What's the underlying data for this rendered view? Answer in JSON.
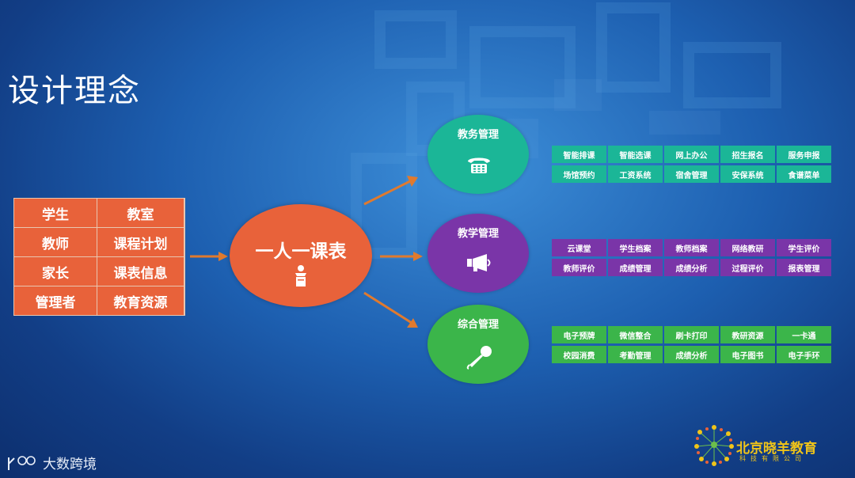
{
  "title": "设计理念",
  "left_grid": [
    "学生",
    "教室",
    "教师",
    "课程计划",
    "家长",
    "课表信息",
    "管理者",
    "教育资源"
  ],
  "center": {
    "label": "一人一课表",
    "icon": "podium-icon"
  },
  "branches": [
    {
      "label": "教务管理",
      "icon": "telephone-icon",
      "color": "#1bb697",
      "tags": [
        "智能排课",
        "智能选课",
        "网上办公",
        "招生报名",
        "服务申报",
        "场馆预约",
        "工资系统",
        "宿舍管理",
        "安保系统",
        "食谱菜单"
      ]
    },
    {
      "label": "教学管理",
      "icon": "megaphone-icon",
      "color": "#7a35a8",
      "tags": [
        "云课堂",
        "学生档案",
        "教师档案",
        "网络教研",
        "学生评价",
        "教师评价",
        "成绩管理",
        "成绩分析",
        "过程评价",
        "报表管理"
      ]
    },
    {
      "label": "综合管理",
      "icon": "microphone-icon",
      "color": "#3bb54a",
      "tags": [
        "电子预牌",
        "微信整合",
        "刷卡打印",
        "教研资源",
        "一卡通",
        "校园消费",
        "考勤管理",
        "成绩分析",
        "电子图书",
        "电子手环"
      ]
    }
  ],
  "footer": {
    "brand_text": "大数跨境",
    "logo": "100-logo-icon"
  },
  "company": {
    "name": "北京晓羊教育",
    "subtitle": "科技有限公司",
    "logo": "dandelion-logo-icon"
  }
}
